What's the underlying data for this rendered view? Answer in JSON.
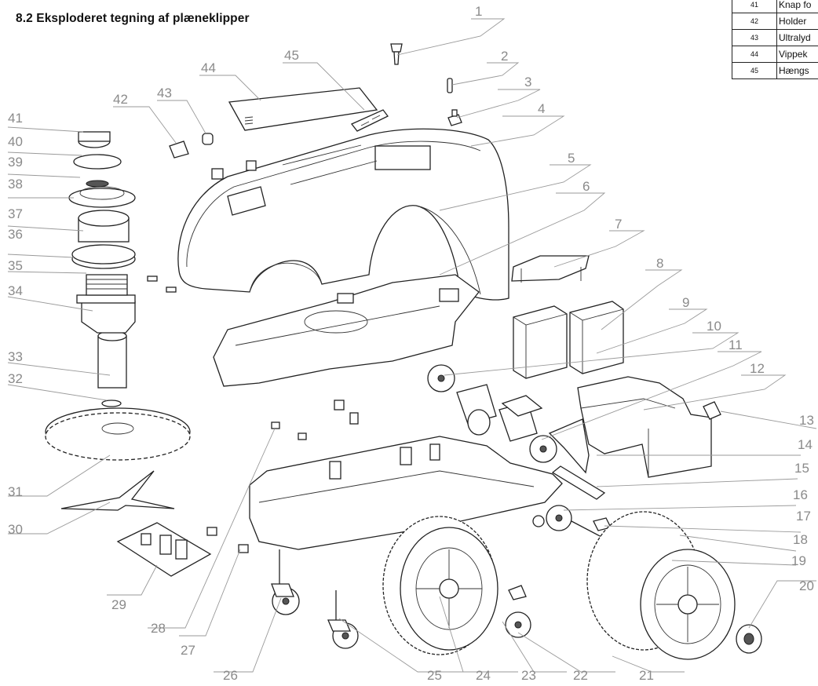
{
  "title": "8.2 Eksploderet tegning af plæneklipper",
  "parts_table": [
    {
      "num": "41",
      "name": "Knap fo"
    },
    {
      "num": "42",
      "name": "Holder"
    },
    {
      "num": "43",
      "name": "Ultralyd"
    },
    {
      "num": "44",
      "name": "Vippek"
    },
    {
      "num": "45",
      "name": "Hængs"
    }
  ],
  "callouts": [
    "1",
    "2",
    "3",
    "4",
    "5",
    "6",
    "7",
    "8",
    "9",
    "10",
    "11",
    "12",
    "13",
    "14",
    "15",
    "16",
    "17",
    "18",
    "19",
    "20",
    "21",
    "22",
    "23",
    "24",
    "25",
    "26",
    "27",
    "28",
    "29",
    "30",
    "31",
    "32",
    "33",
    "34",
    "35",
    "36",
    "37",
    "38",
    "39",
    "40",
    "41",
    "42",
    "43",
    "44",
    "45"
  ],
  "colors": {
    "ink": "#222222",
    "callout": "#8a8a8a",
    "leader": "#9a9a9a"
  }
}
